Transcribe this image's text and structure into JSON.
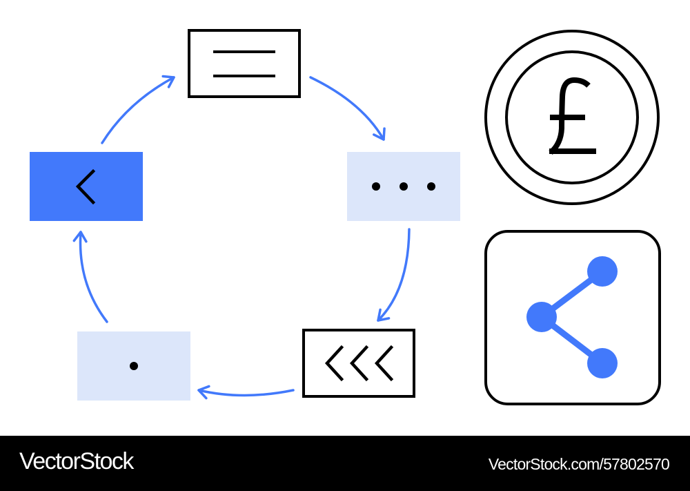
{
  "diagram": {
    "description": "Cycle of five UI cards connected by blue arrows, plus pound coin and share icons",
    "colors": {
      "accent": "#4279FB",
      "accent_light": "#DCE6FA",
      "stroke": "#000000",
      "background": "#FFFFFF"
    },
    "nodes": [
      {
        "id": "top",
        "icon": "menu-lines-icon",
        "style": "outlined"
      },
      {
        "id": "right",
        "icon": "more-dots-icon",
        "style": "light-filled"
      },
      {
        "id": "bottom-right",
        "icon": "triple-chevron-left-icon",
        "style": "outlined"
      },
      {
        "id": "bottom-left",
        "icon": "dot-icon",
        "style": "light-filled"
      },
      {
        "id": "left",
        "icon": "chevron-left-icon",
        "style": "blue-filled"
      }
    ],
    "side_icons": [
      {
        "id": "coin",
        "icon": "pound-coin-icon",
        "glyph": "£"
      },
      {
        "id": "share",
        "icon": "share-icon"
      }
    ]
  },
  "footer": {
    "brand": "VectorStock",
    "image_id": "VectorStock.com/57802570"
  }
}
